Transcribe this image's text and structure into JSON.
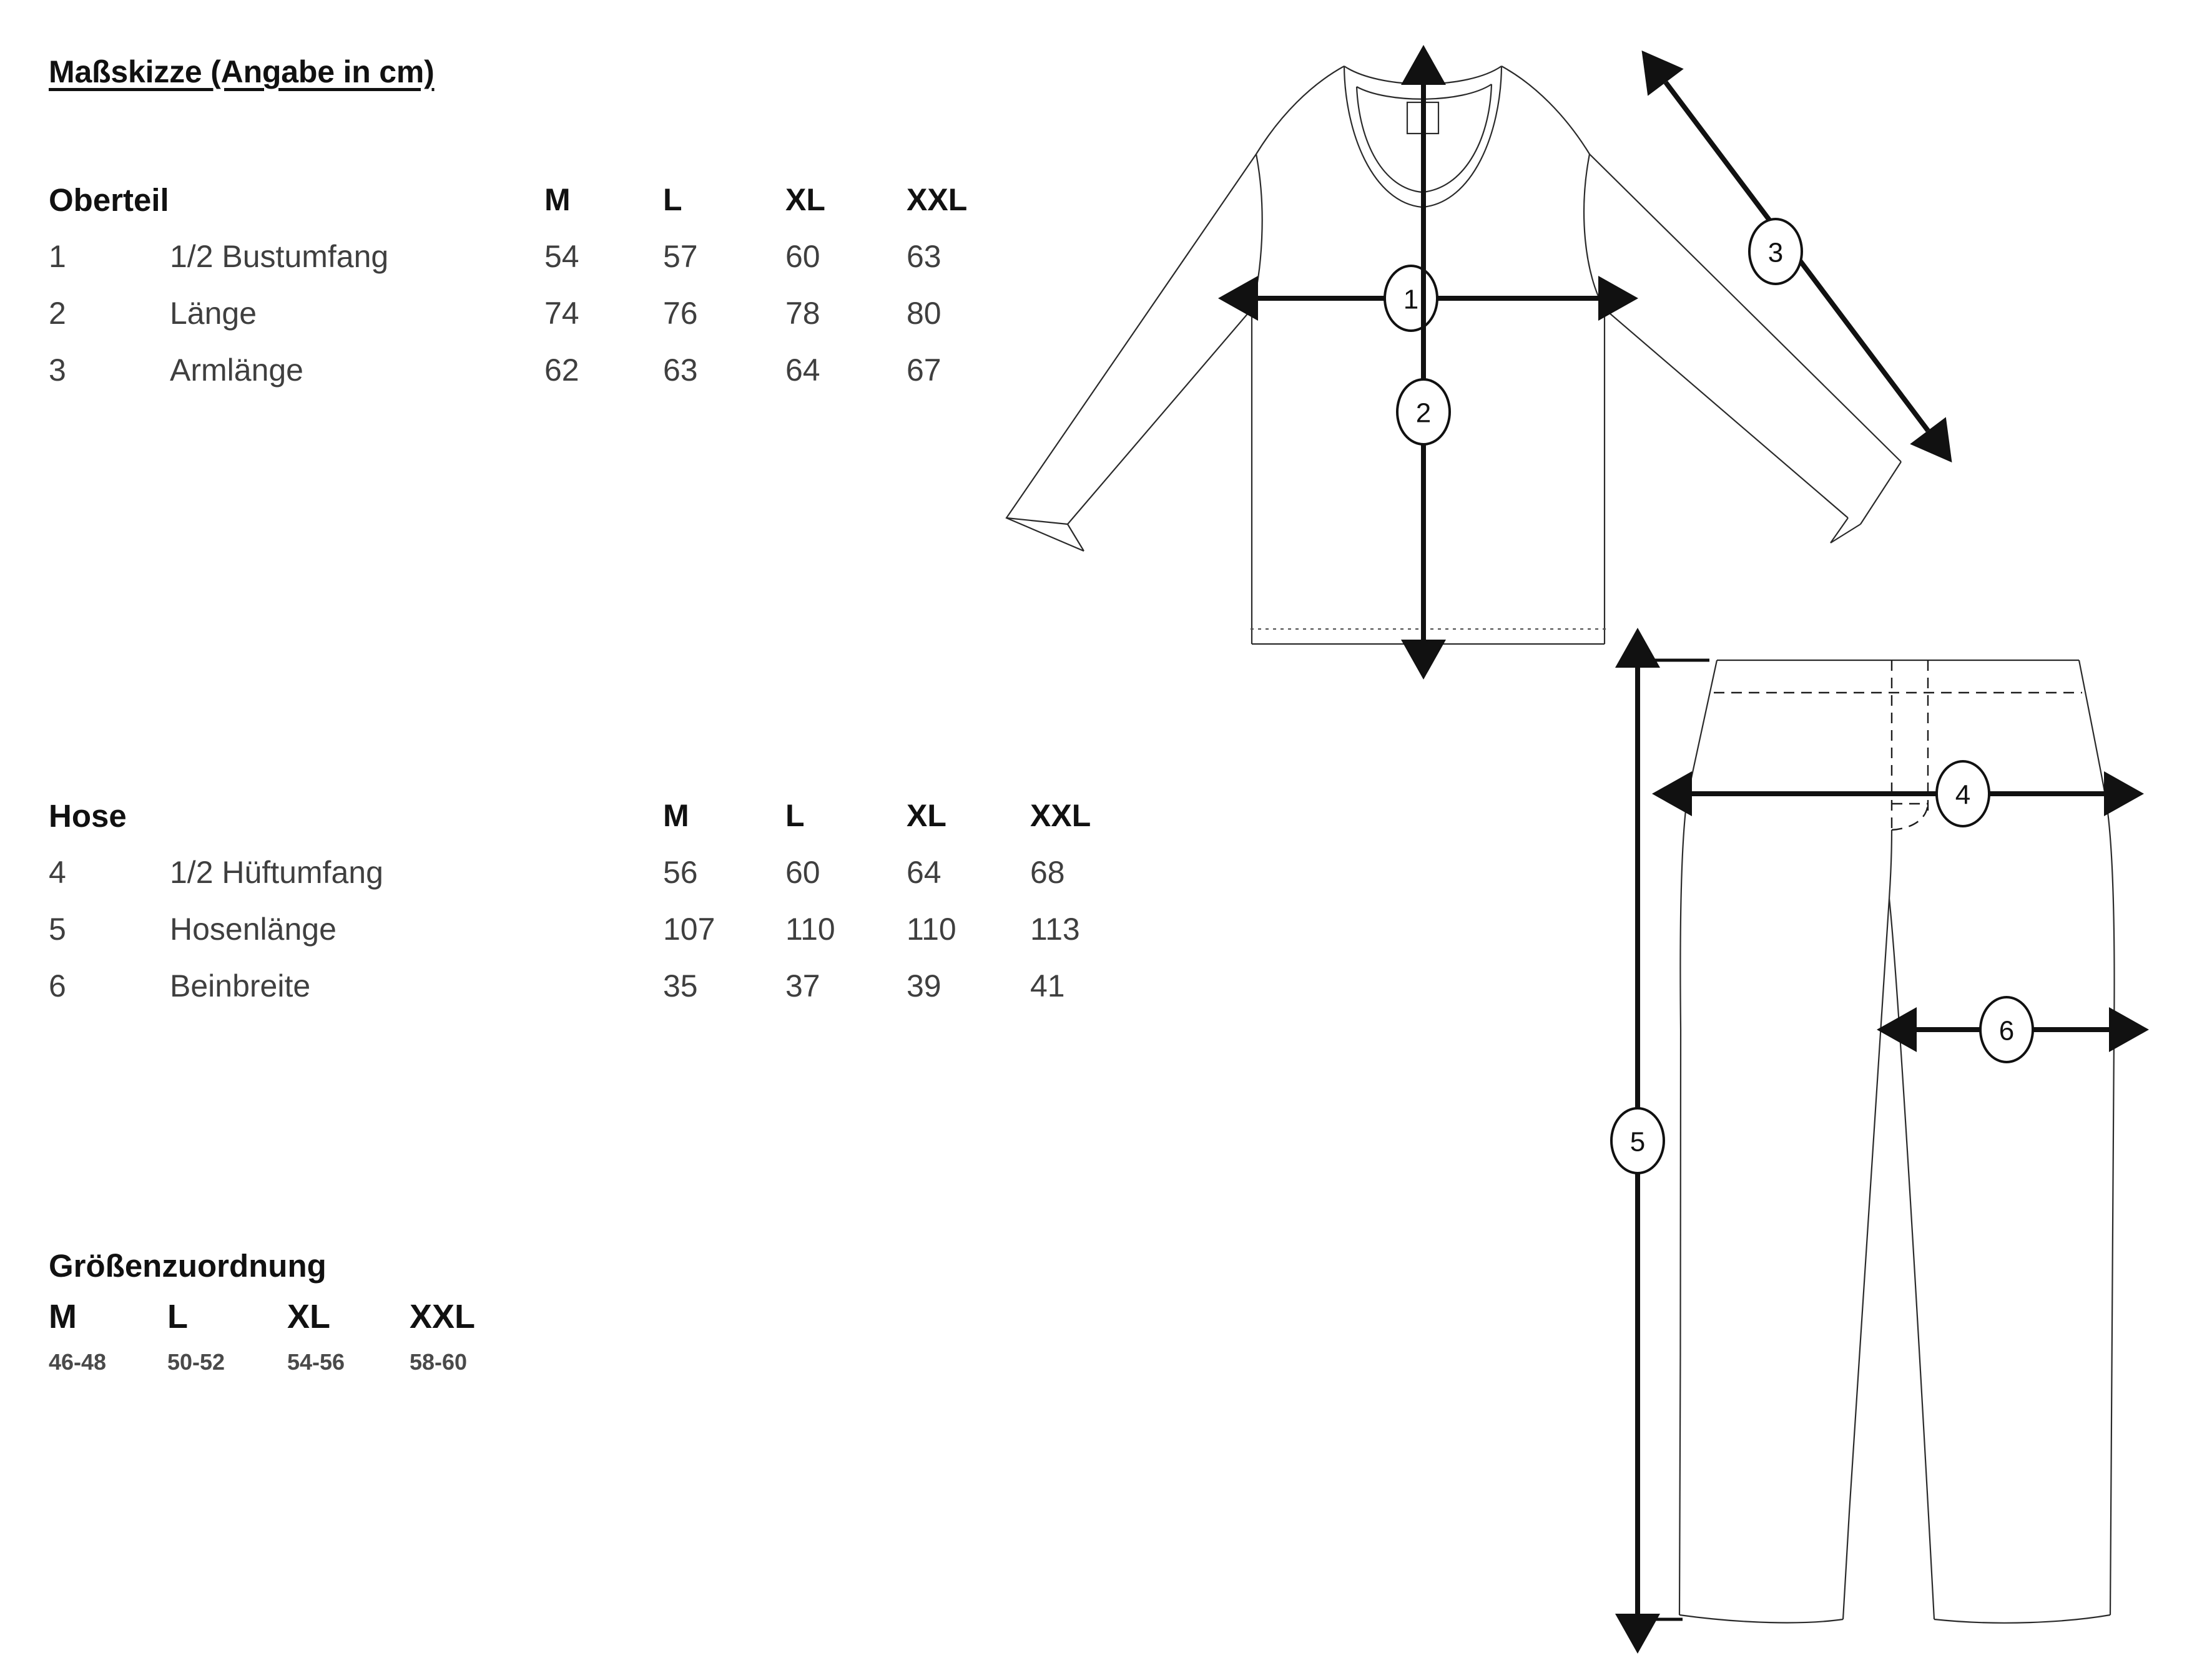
{
  "document": {
    "title": "Maßskizze (Angabe in cm)"
  },
  "tables": [
    {
      "id": "oberteil",
      "section_label": "Oberteil",
      "columns": [
        "M",
        "L",
        "XL",
        "XXL"
      ],
      "rows": [
        {
          "no": "1",
          "label": "1/2 Bustumfang",
          "values": [
            "54",
            "57",
            "60",
            "63"
          ]
        },
        {
          "no": "2",
          "label": "Länge",
          "values": [
            "74",
            "76",
            "78",
            "80"
          ]
        },
        {
          "no": "3",
          "label": "Armlänge",
          "values": [
            "62",
            "63",
            "64",
            "67"
          ]
        }
      ]
    },
    {
      "id": "hose",
      "section_label": "Hose",
      "columns": [
        "M",
        "L",
        "XL",
        "XXL"
      ],
      "rows": [
        {
          "no": "4",
          "label": "1/2 Hüftumfang",
          "values": [
            "56",
            "60",
            "64",
            "68"
          ]
        },
        {
          "no": "5",
          "label": "Hosenlänge",
          "values": [
            "107",
            "110",
            "110",
            "113"
          ]
        },
        {
          "no": "6",
          "label": "Beinbreite",
          "values": [
            "35",
            "37",
            "39",
            "41"
          ]
        }
      ]
    }
  ],
  "size_mapping": {
    "title": "Größenzuordnung",
    "sizes": [
      "M",
      "L",
      "XL",
      "XXL"
    ],
    "ranges": [
      "46-48",
      "50-52",
      "54-56",
      "58-60"
    ]
  },
  "figures": {
    "shirt": {
      "name": "Oberteil",
      "callouts": [
        {
          "id": "1",
          "measure": "1/2 Bustumfang"
        },
        {
          "id": "2",
          "measure": "Länge"
        },
        {
          "id": "3",
          "measure": "Armlänge"
        }
      ]
    },
    "pants": {
      "name": "Hose",
      "callouts": [
        {
          "id": "4",
          "measure": "1/2 Hüftumfang"
        },
        {
          "id": "5",
          "measure": "Hosenlänge"
        },
        {
          "id": "6",
          "measure": "Beinbreite"
        }
      ]
    }
  },
  "colors": {
    "background": "#ffffff",
    "heading_text": "#111111",
    "body_text": "#3f3f3f",
    "line": "#1c1c1c"
  }
}
